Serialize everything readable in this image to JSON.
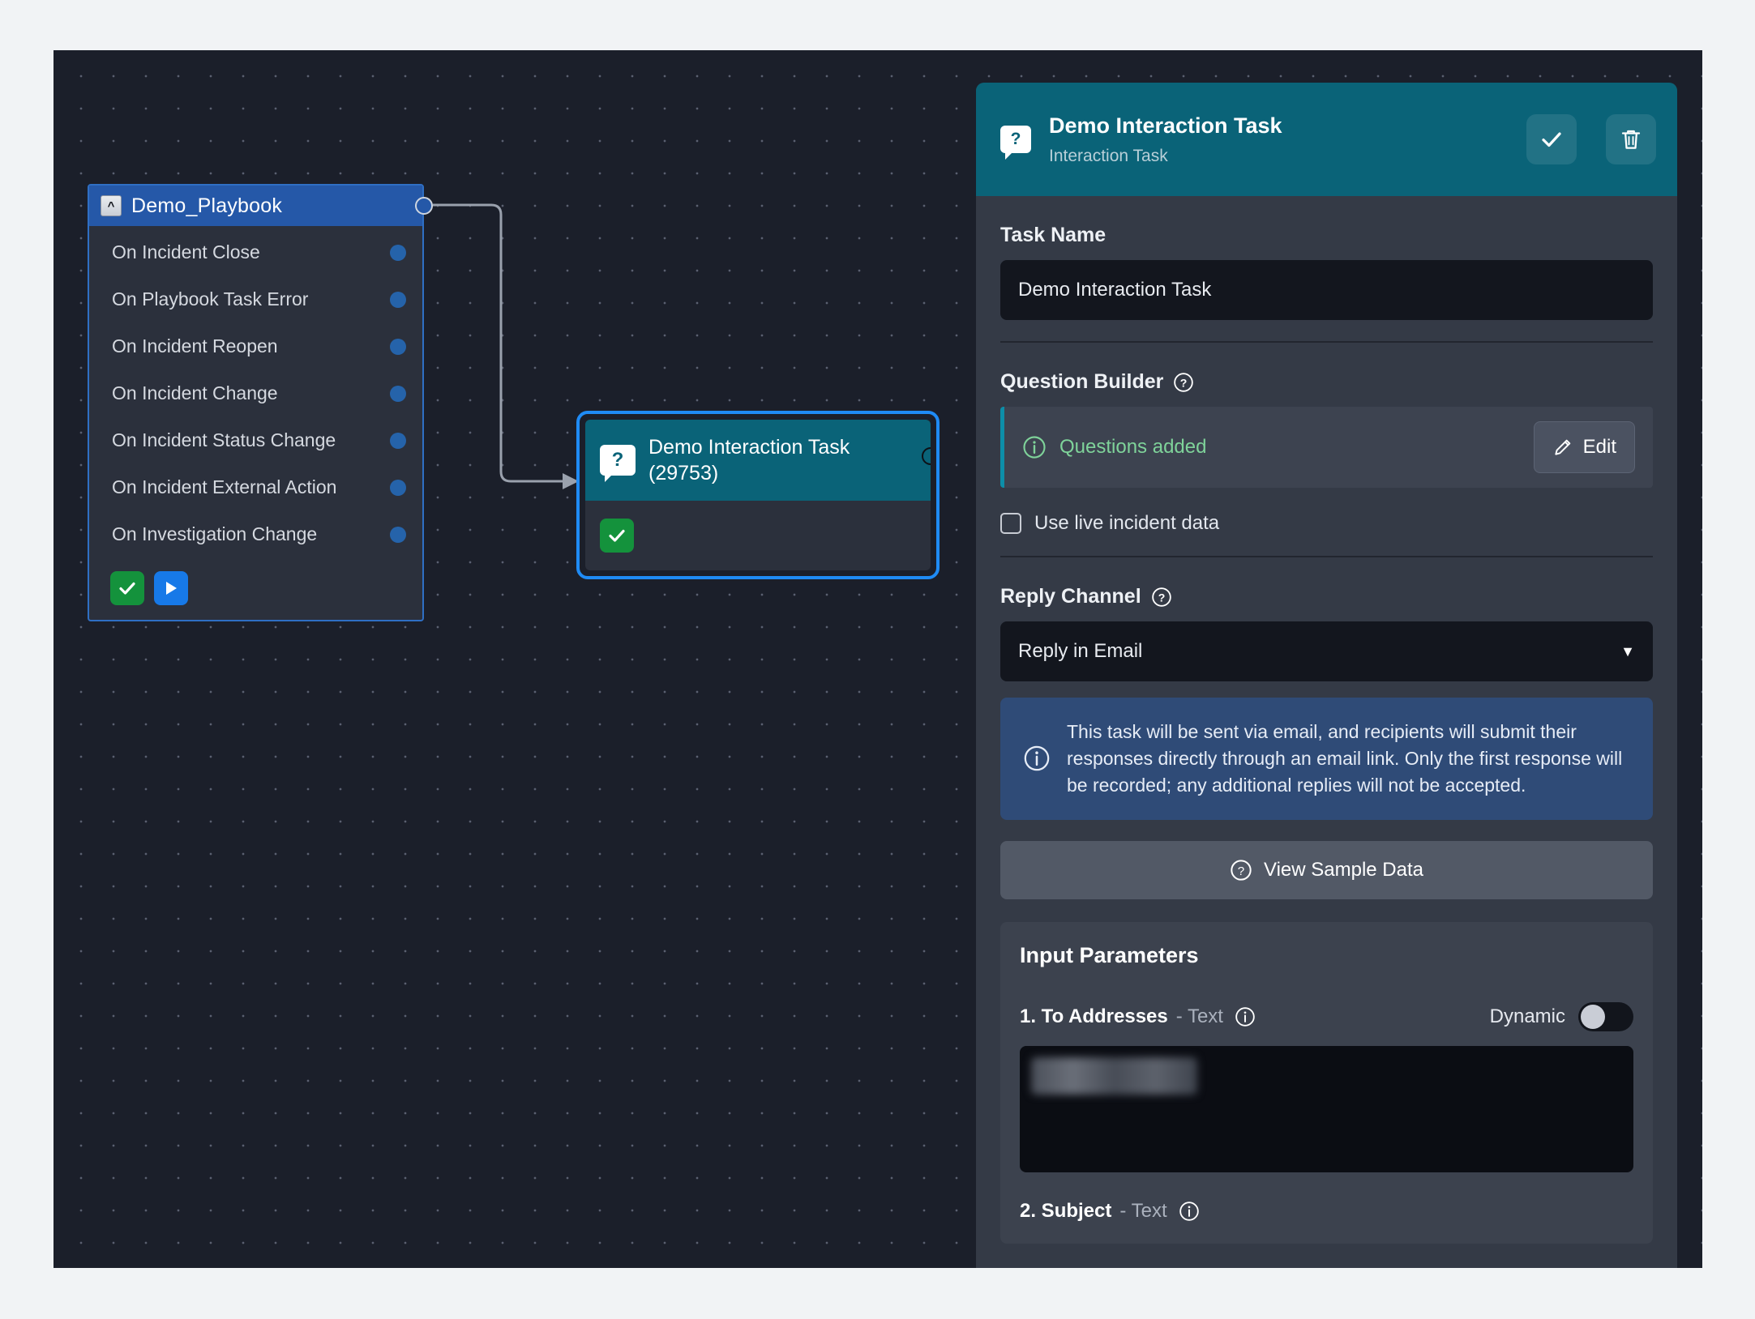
{
  "canvas": {
    "playbook_node": {
      "title": "Demo_Playbook",
      "collapse_icon": "chevron-up-icon",
      "triggers": [
        {
          "label": "On Incident Close"
        },
        {
          "label": "On Playbook Task Error"
        },
        {
          "label": "On Incident Reopen"
        },
        {
          "label": "On Incident Change"
        },
        {
          "label": "On Incident Status Change"
        },
        {
          "label": "On Incident External Action"
        },
        {
          "label": "On Investigation Change"
        }
      ],
      "actions": [
        {
          "name": "check-button",
          "icon": "check-icon",
          "color": "#14923c"
        },
        {
          "name": "run-button",
          "icon": "play-icon",
          "color": "#1779e8"
        }
      ]
    },
    "task_node": {
      "icon": "question-bubble-icon",
      "title": "Demo Interaction Task",
      "id_label": "(29753)",
      "status_icon": "check-icon",
      "header_color": "#0a6378",
      "selected_outline_color": "#1f8bf5"
    }
  },
  "panel": {
    "header": {
      "icon": "question-bubble-icon",
      "title": "Demo Interaction Task",
      "subtitle": "Interaction Task",
      "save_icon": "check-icon",
      "delete_icon": "trash-icon",
      "background": "#0a6378"
    },
    "task_name": {
      "label": "Task Name",
      "value": "Demo Interaction Task"
    },
    "question_builder": {
      "label": "Question Builder",
      "help_icon": "question-circle-icon",
      "status_icon": "info-circle-icon",
      "status_text": "Questions added",
      "status_color": "#7fd39a",
      "edit_icon": "pencil-icon",
      "edit_label": "Edit",
      "checkbox_label": "Use live incident data",
      "checkbox_checked": false
    },
    "reply_channel": {
      "label": "Reply Channel",
      "help_icon": "question-circle-icon",
      "selected": "Reply in Email",
      "caret_icon": "chevron-down-icon",
      "info_icon": "info-circle-icon",
      "info_text": "This task will be sent via email, and recipients will submit their responses directly through an email link. Only the first response will be recorded; any additional replies will not be accepted."
    },
    "sample_data_button": {
      "icon": "question-circle-icon",
      "label": "View Sample Data"
    },
    "input_parameters": {
      "title": "Input Parameters",
      "dynamic_label": "Dynamic",
      "dynamic_on": false,
      "items": [
        {
          "name": "1. To Addresses",
          "type": "- Text",
          "info_icon": "info-circle-icon",
          "value_redacted": true
        },
        {
          "name": "2. Subject",
          "type": "- Text",
          "info_icon": "info-circle-icon"
        }
      ]
    }
  }
}
